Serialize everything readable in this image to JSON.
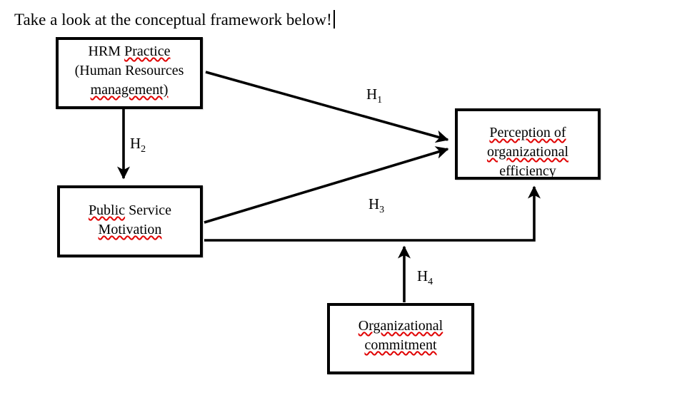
{
  "colors": {
    "text": "#000000",
    "line": "#000000",
    "spellcheck_underline": "#e00000",
    "background": "#ffffff"
  },
  "page": {
    "heading": "Take a look at the conceptual framework below!"
  },
  "diagram": {
    "boxes": {
      "hrm": {
        "l1_plain": "HRM ",
        "l1_wavy": "Practice",
        "l2": "(Human Resources",
        "l3_wavy": "management)"
      },
      "psm": {
        "l1_wavy": "Public",
        "l1_plain": " Service",
        "l2_wavy": "Motivation"
      },
      "perception": {
        "l1_wavy": "Perception of",
        "l2_wavy": "organizational",
        "l3": "efficiency"
      },
      "commitment": {
        "l1_wavy": "Organizational",
        "l2_wavy": "commitment"
      }
    },
    "hypotheses": {
      "h1": {
        "symbol": "H",
        "sub": "1"
      },
      "h2": {
        "symbol": "H",
        "sub": "2"
      },
      "h3": {
        "symbol": "H",
        "sub": "3"
      },
      "h4": {
        "symbol": "H",
        "sub": "4"
      }
    }
  }
}
